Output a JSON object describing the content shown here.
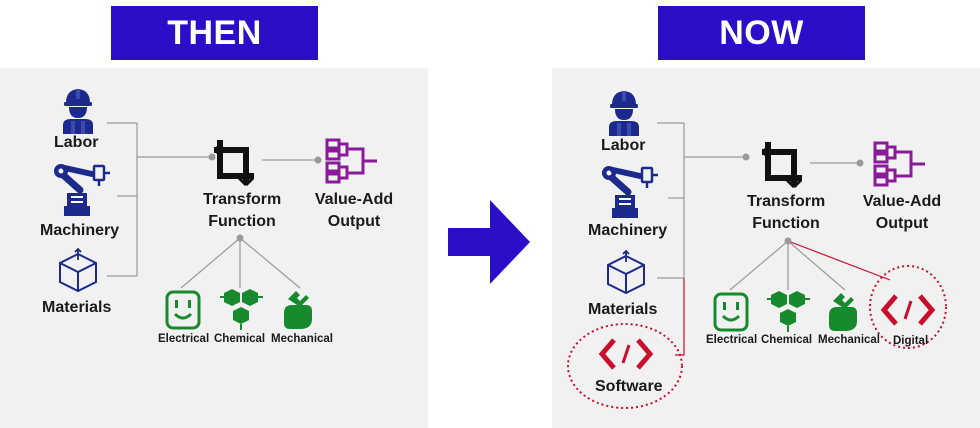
{
  "then": {
    "title": "THEN",
    "inputs": {
      "labor": "Labor",
      "machinery": "Machinery",
      "materials": "Materials"
    },
    "transform": {
      "line1": "Transform",
      "line2": "Function"
    },
    "output": {
      "line1": "Value-Add",
      "line2": "Output"
    },
    "types": {
      "electrical": "Electrical",
      "chemical": "Chemical",
      "mechanical": "Mechanical"
    }
  },
  "now": {
    "title": "NOW",
    "inputs": {
      "labor": "Labor",
      "machinery": "Machinery",
      "materials": "Materials",
      "software": "Software"
    },
    "transform": {
      "line1": "Transform",
      "line2": "Function"
    },
    "output": {
      "line1": "Value-Add",
      "line2": "Output"
    },
    "types": {
      "electrical": "Electrical",
      "chemical": "Chemical",
      "mechanical": "Mechanical",
      "digital": "Digital"
    }
  },
  "colors": {
    "banner": "#2b0fc8",
    "arrow": "#2b0fc8",
    "labor_icon": "#1b2a8c",
    "output_icon": "#8a1a9a",
    "type_icon": "#178a2e",
    "digital": "#c8102e"
  }
}
